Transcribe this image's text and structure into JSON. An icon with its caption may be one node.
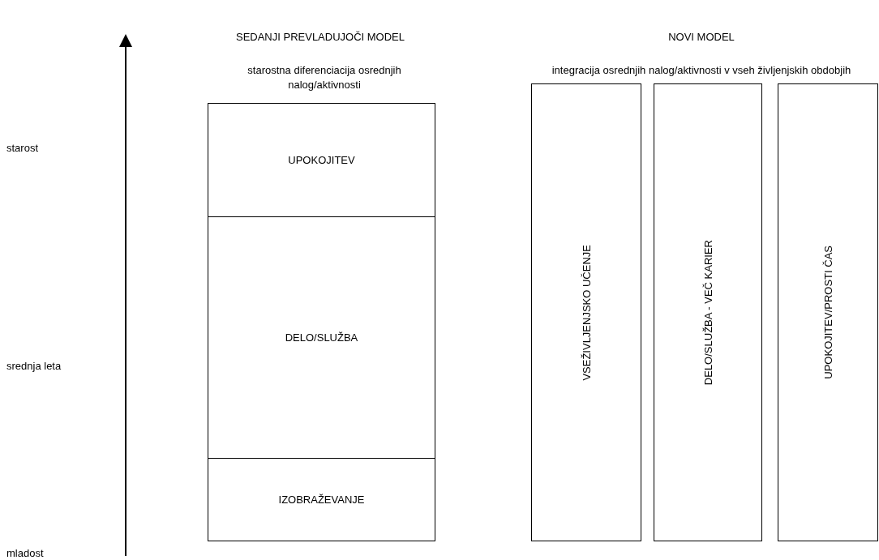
{
  "diagram": {
    "nodes": [
      {
        "text": [
          "UPOKOJITEV"
        ]
      },
      {
        "text": [
          "DELO/SLUŽBA"
        ]
      },
      {
        "text": [
          "IZOBRAŽEVANJE"
        ]
      },
      {
        "text": [
          "VSEŽIVLJENJSKO UČENJE"
        ]
      },
      {
        "text": [
          "DELO/SLUŽBA - VEČ KARIER"
        ]
      },
      {
        "text": [
          "UPOKOJITEV/PROSTI ČAS"
        ]
      }
    ],
    "labels": [
      "SEDANJI PREVLADUJOČI MODEL",
      "NOVI MODEL",
      "starostna diferenciacija osrednjih nalog/aktivnosti",
      "integracija osrednjih nalog/aktivnosti v vseh življenjskih obdobjih",
      "starost",
      "srednja leta",
      "mladost"
    ]
  }
}
